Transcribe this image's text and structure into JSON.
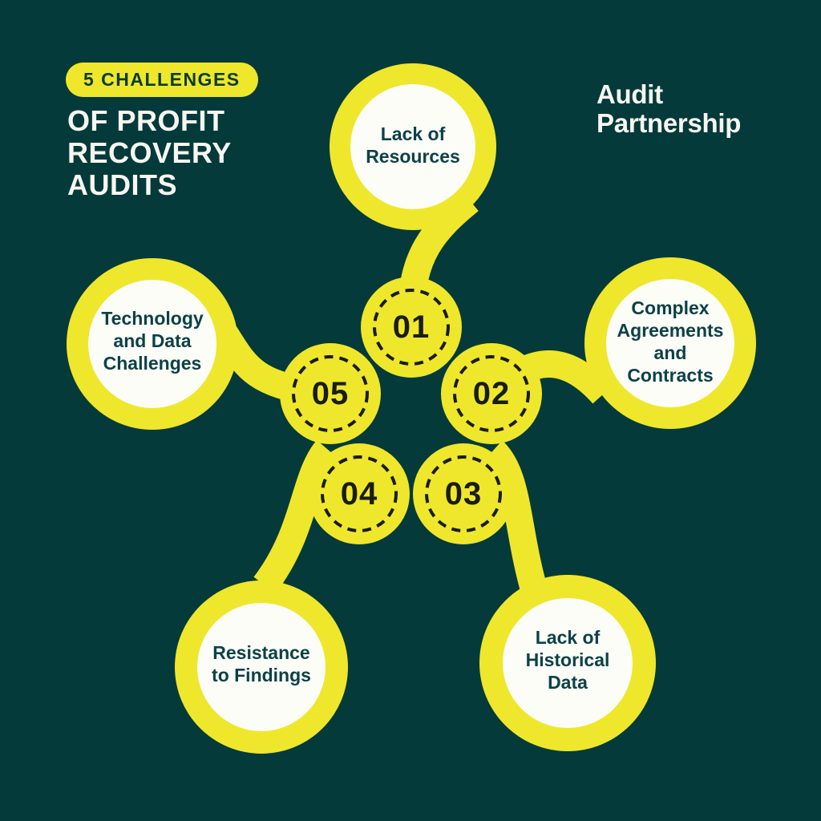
{
  "colors": {
    "bg": "#053a3a",
    "accent": "#efe72b",
    "bubble": "#fdfdf8",
    "label_text": "#0c4147",
    "number_text": "#191c13",
    "title_text": "#f7f7f2",
    "badge_text": "#0a3c31"
  },
  "header": {
    "badge_label": "5 CHALLENGES",
    "title": "OF PROFIT\nRECOVERY\nAUDITS"
  },
  "brand": {
    "logo_text": "Audit\nPartnership"
  },
  "diagram": {
    "items": [
      {
        "number": "01",
        "label": "Lack of\nResources"
      },
      {
        "number": "02",
        "label": "Complex\nAgreements\nand\nContracts"
      },
      {
        "number": "03",
        "label": "Lack of\nHistorical\nData"
      },
      {
        "number": "04",
        "label": "Resistance\nto Findings"
      },
      {
        "number": "05",
        "label": "Technology\nand Data\nChallenges"
      }
    ]
  }
}
